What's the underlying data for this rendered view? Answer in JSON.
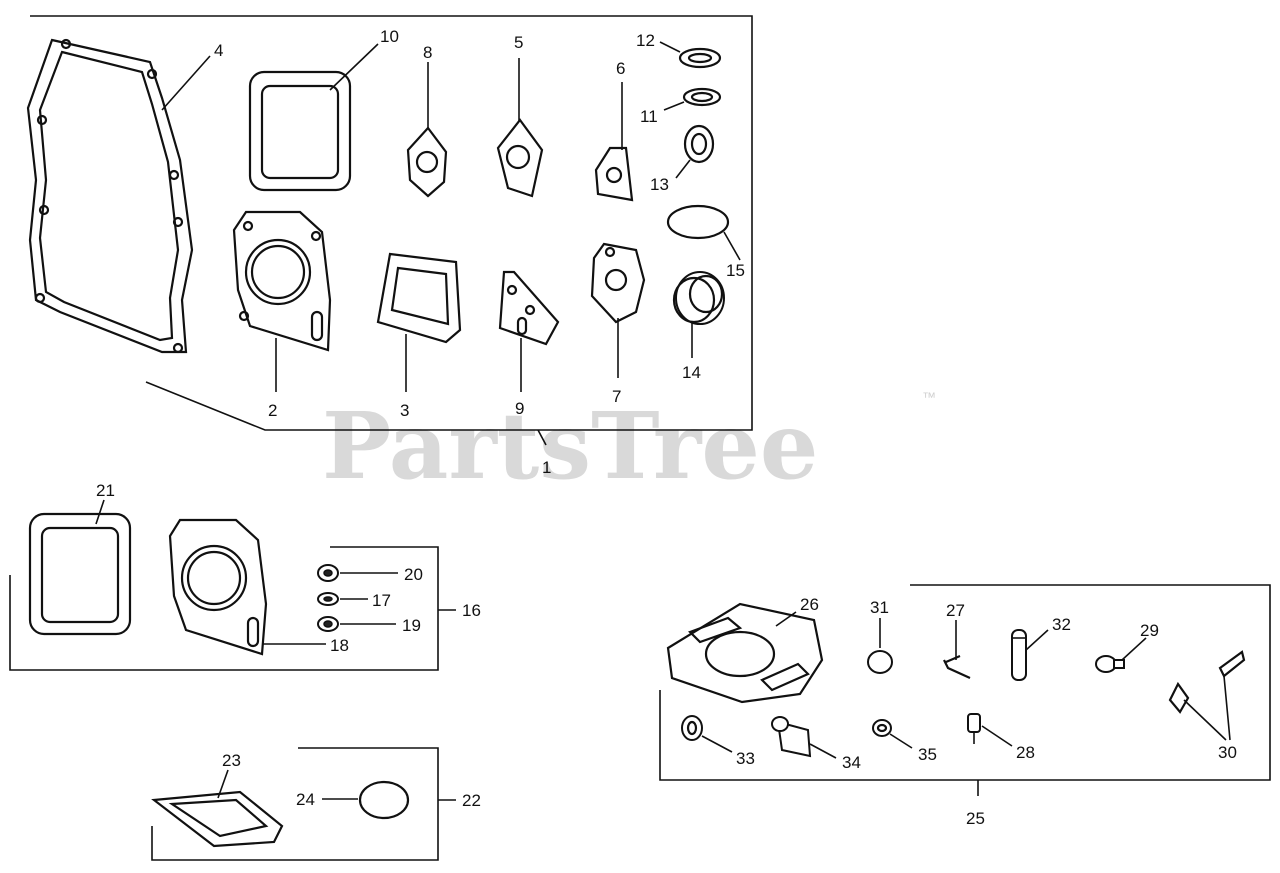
{
  "watermark": {
    "text": "PartsTree",
    "trademark": "™"
  },
  "labels": {
    "p1": "1",
    "p2": "2",
    "p3": "3",
    "p4": "4",
    "p5": "5",
    "p6": "6",
    "p7": "7",
    "p8": "8",
    "p9": "9",
    "p10": "10",
    "p11": "11",
    "p12": "12",
    "p13": "13",
    "p14": "14",
    "p15": "15",
    "p16": "16",
    "p17": "17",
    "p18": "18",
    "p19": "19",
    "p20": "20",
    "p21": "21",
    "p22": "22",
    "p23": "23",
    "p24": "24",
    "p25": "25",
    "p26": "26",
    "p27": "27",
    "p28": "28",
    "p29": "29",
    "p30": "30",
    "p31": "31",
    "p32": "32",
    "p33": "33",
    "p34": "34",
    "p35": "35"
  }
}
